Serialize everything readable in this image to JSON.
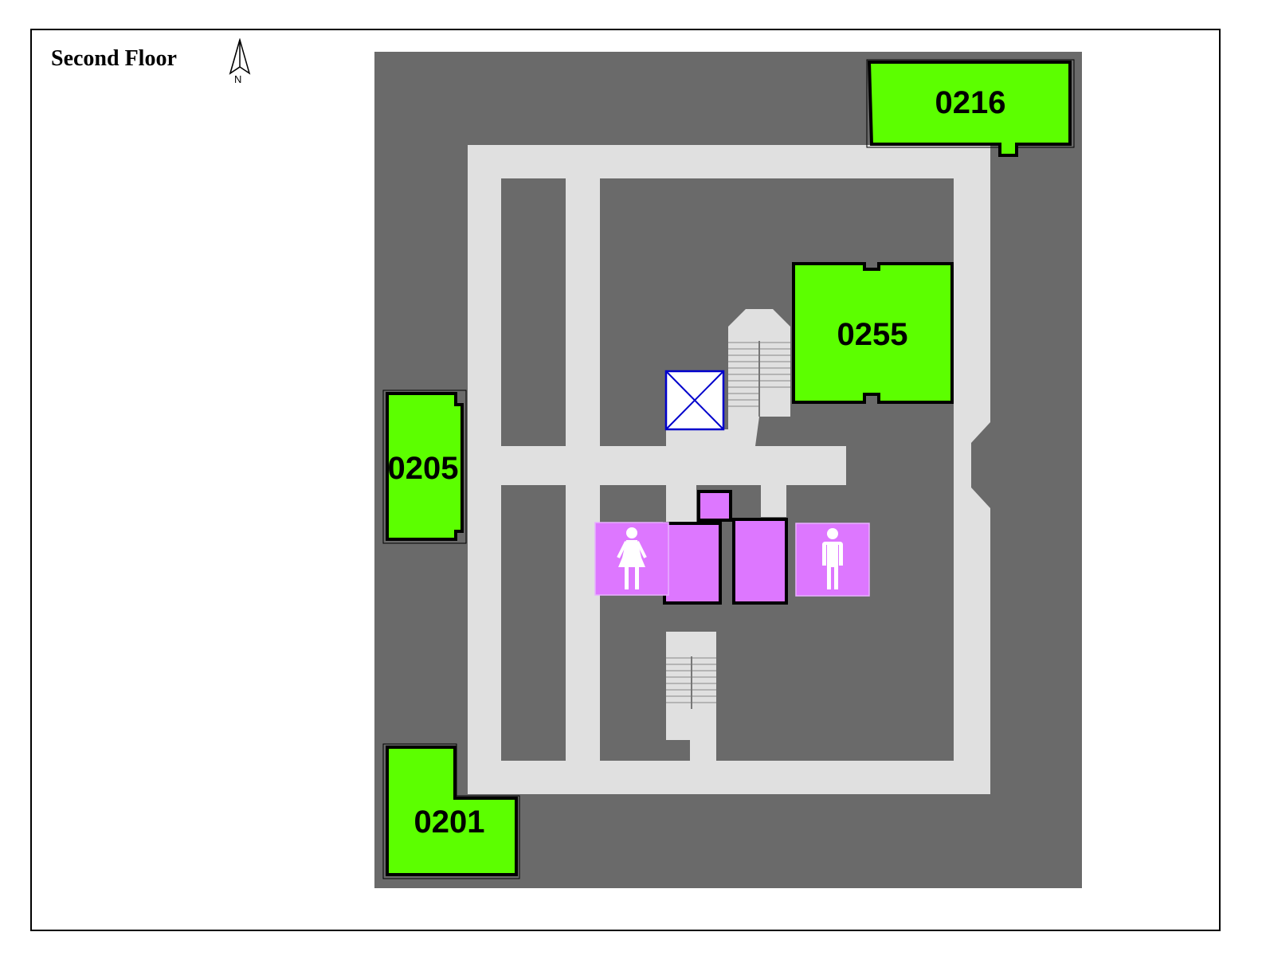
{
  "map": {
    "title": "Second Floor",
    "north_label": "N",
    "rooms": [
      {
        "id": "0216",
        "label": "0216"
      },
      {
        "id": "0255",
        "label": "0255"
      },
      {
        "id": "0205",
        "label": "0205"
      },
      {
        "id": "0201",
        "label": "0201"
      }
    ],
    "facilities": {
      "womens_restroom_icon": "womens-restroom-icon",
      "mens_restroom_icon": "mens-restroom-icon",
      "elevator_icon": "elevator-icon"
    },
    "colors": {
      "background_block": "#6a6a6a",
      "corridor": "#e0e0e0",
      "room": "#5cff00",
      "restroom": "#dd77ff",
      "elevator": "#0000cc"
    }
  }
}
